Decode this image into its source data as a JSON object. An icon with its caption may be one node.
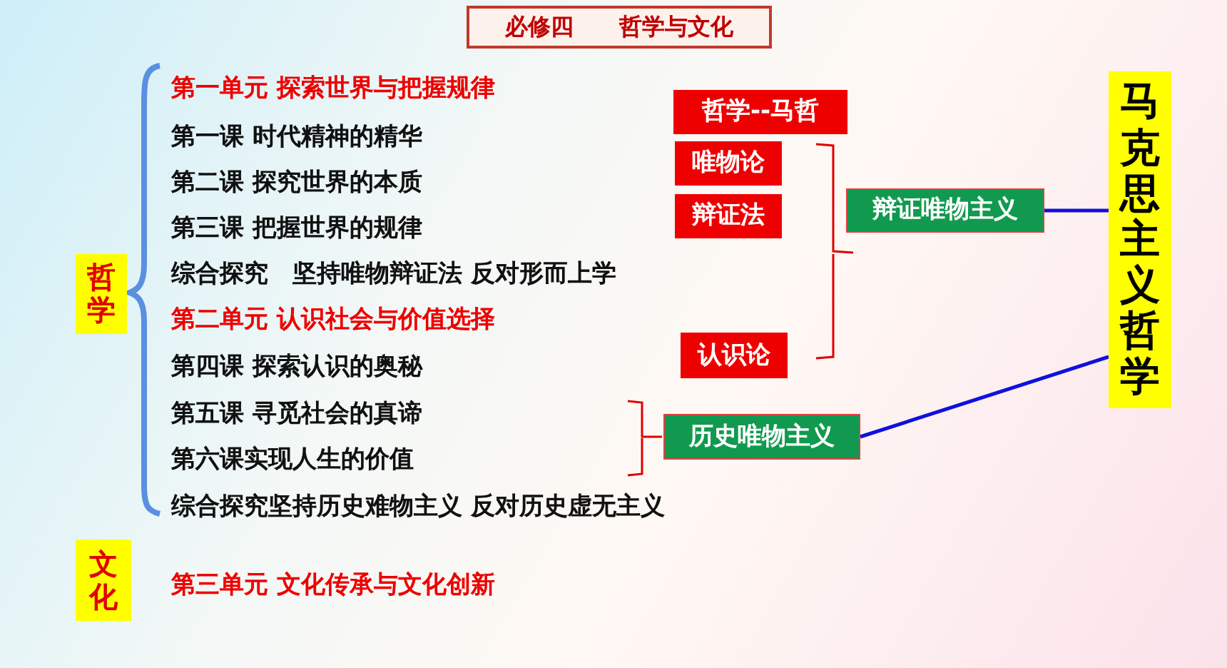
{
  "diagram": {
    "title": "必修四　　哲学与文化",
    "nodes": [
      {
        "text": [
          "哲学"
        ]
      },
      {
        "text": [
          "文化"
        ]
      },
      {
        "text": [
          "哲学--马哲"
        ]
      },
      {
        "text": [
          "唯物论"
        ]
      },
      {
        "text": [
          "辩证法"
        ]
      },
      {
        "text": [
          "认识论"
        ]
      },
      {
        "text": [
          "辩证唯物主义"
        ]
      },
      {
        "text": [
          "历史唯物主义"
        ]
      },
      {
        "text": [
          "马克思主义哲学"
        ]
      }
    ],
    "edges": [
      {
        "from": 6,
        "to": 8,
        "arrow": "none"
      },
      {
        "from": 7,
        "to": 8,
        "arrow": "none"
      }
    ],
    "labels": [
      "第一单元 探索世界与把握规律",
      "第一课 时代精神的精华",
      "第二课 探究世界的本质",
      "第三课 把握世界的规律",
      "综合探究　坚持唯物辩证法 反对形而上学",
      "第二单元 认识社会与价值选择",
      "第四课 探索认识的奥秘",
      "第五课 寻觅社会的真谛",
      "第六课实现人生的价值",
      "综合探究坚持历史难物主义 反对历史虚无主义",
      "第三单元 文化传承与文化创新"
    ]
  }
}
